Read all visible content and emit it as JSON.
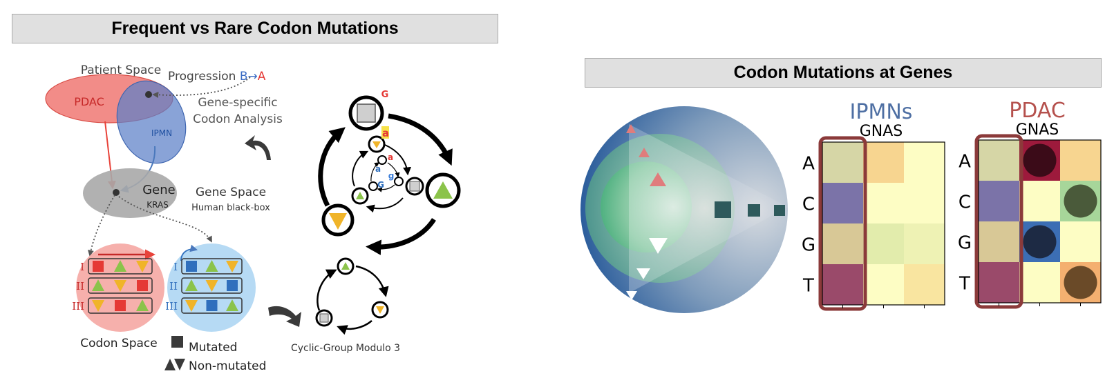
{
  "left_panel": {
    "title": "Frequent vs Rare Codon Mutations",
    "patient_space": "Patient Space",
    "progression_prefix": "Progression ",
    "progression_b": "B",
    "progression_arrow": "→",
    "progression_a": "A",
    "pdac": "PDAC",
    "ipmn": "IPMN",
    "gene_specific_line1": "Gene-specific",
    "gene_specific_line2": "Codon Analysis",
    "gene": "Gene",
    "kras": "KRAS",
    "gene_space": "Gene Space",
    "human_black_box": "Human black-box",
    "codon_space": "Codon Space",
    "roman_numerals": [
      "I",
      "II",
      "III"
    ],
    "legend_mutated": "Mutated",
    "legend_non_mutated": "Non-mutated",
    "cyclic_group": "Cyclic-Group Modulo 3",
    "cycle_letters": {
      "outer": "G",
      "mid": "a",
      "inner_a1": "a",
      "inner_a2": "a",
      "inner_g": "g",
      "inner_G": "G"
    }
  },
  "right_panel": {
    "title": "Codon Mutations at Genes",
    "ipmns_title": "IPMNs",
    "pdac_title": "PDAC",
    "gene_label": "GNAS",
    "row_labels": [
      "A",
      "C",
      "G",
      "T"
    ]
  },
  "colors": {
    "pdac_red": "#e8433a",
    "ipmn_blue": "#4a78bc",
    "ipmns_title": "#4e6fa3",
    "pdac_title": "#b5514d",
    "highlight_border": "#8b3a3a",
    "mutated_red": "#e53935",
    "mutated_blue": "#2f6fbd",
    "green_tri": "#8bc34a",
    "yellow_tri": "#f0b429"
  }
}
